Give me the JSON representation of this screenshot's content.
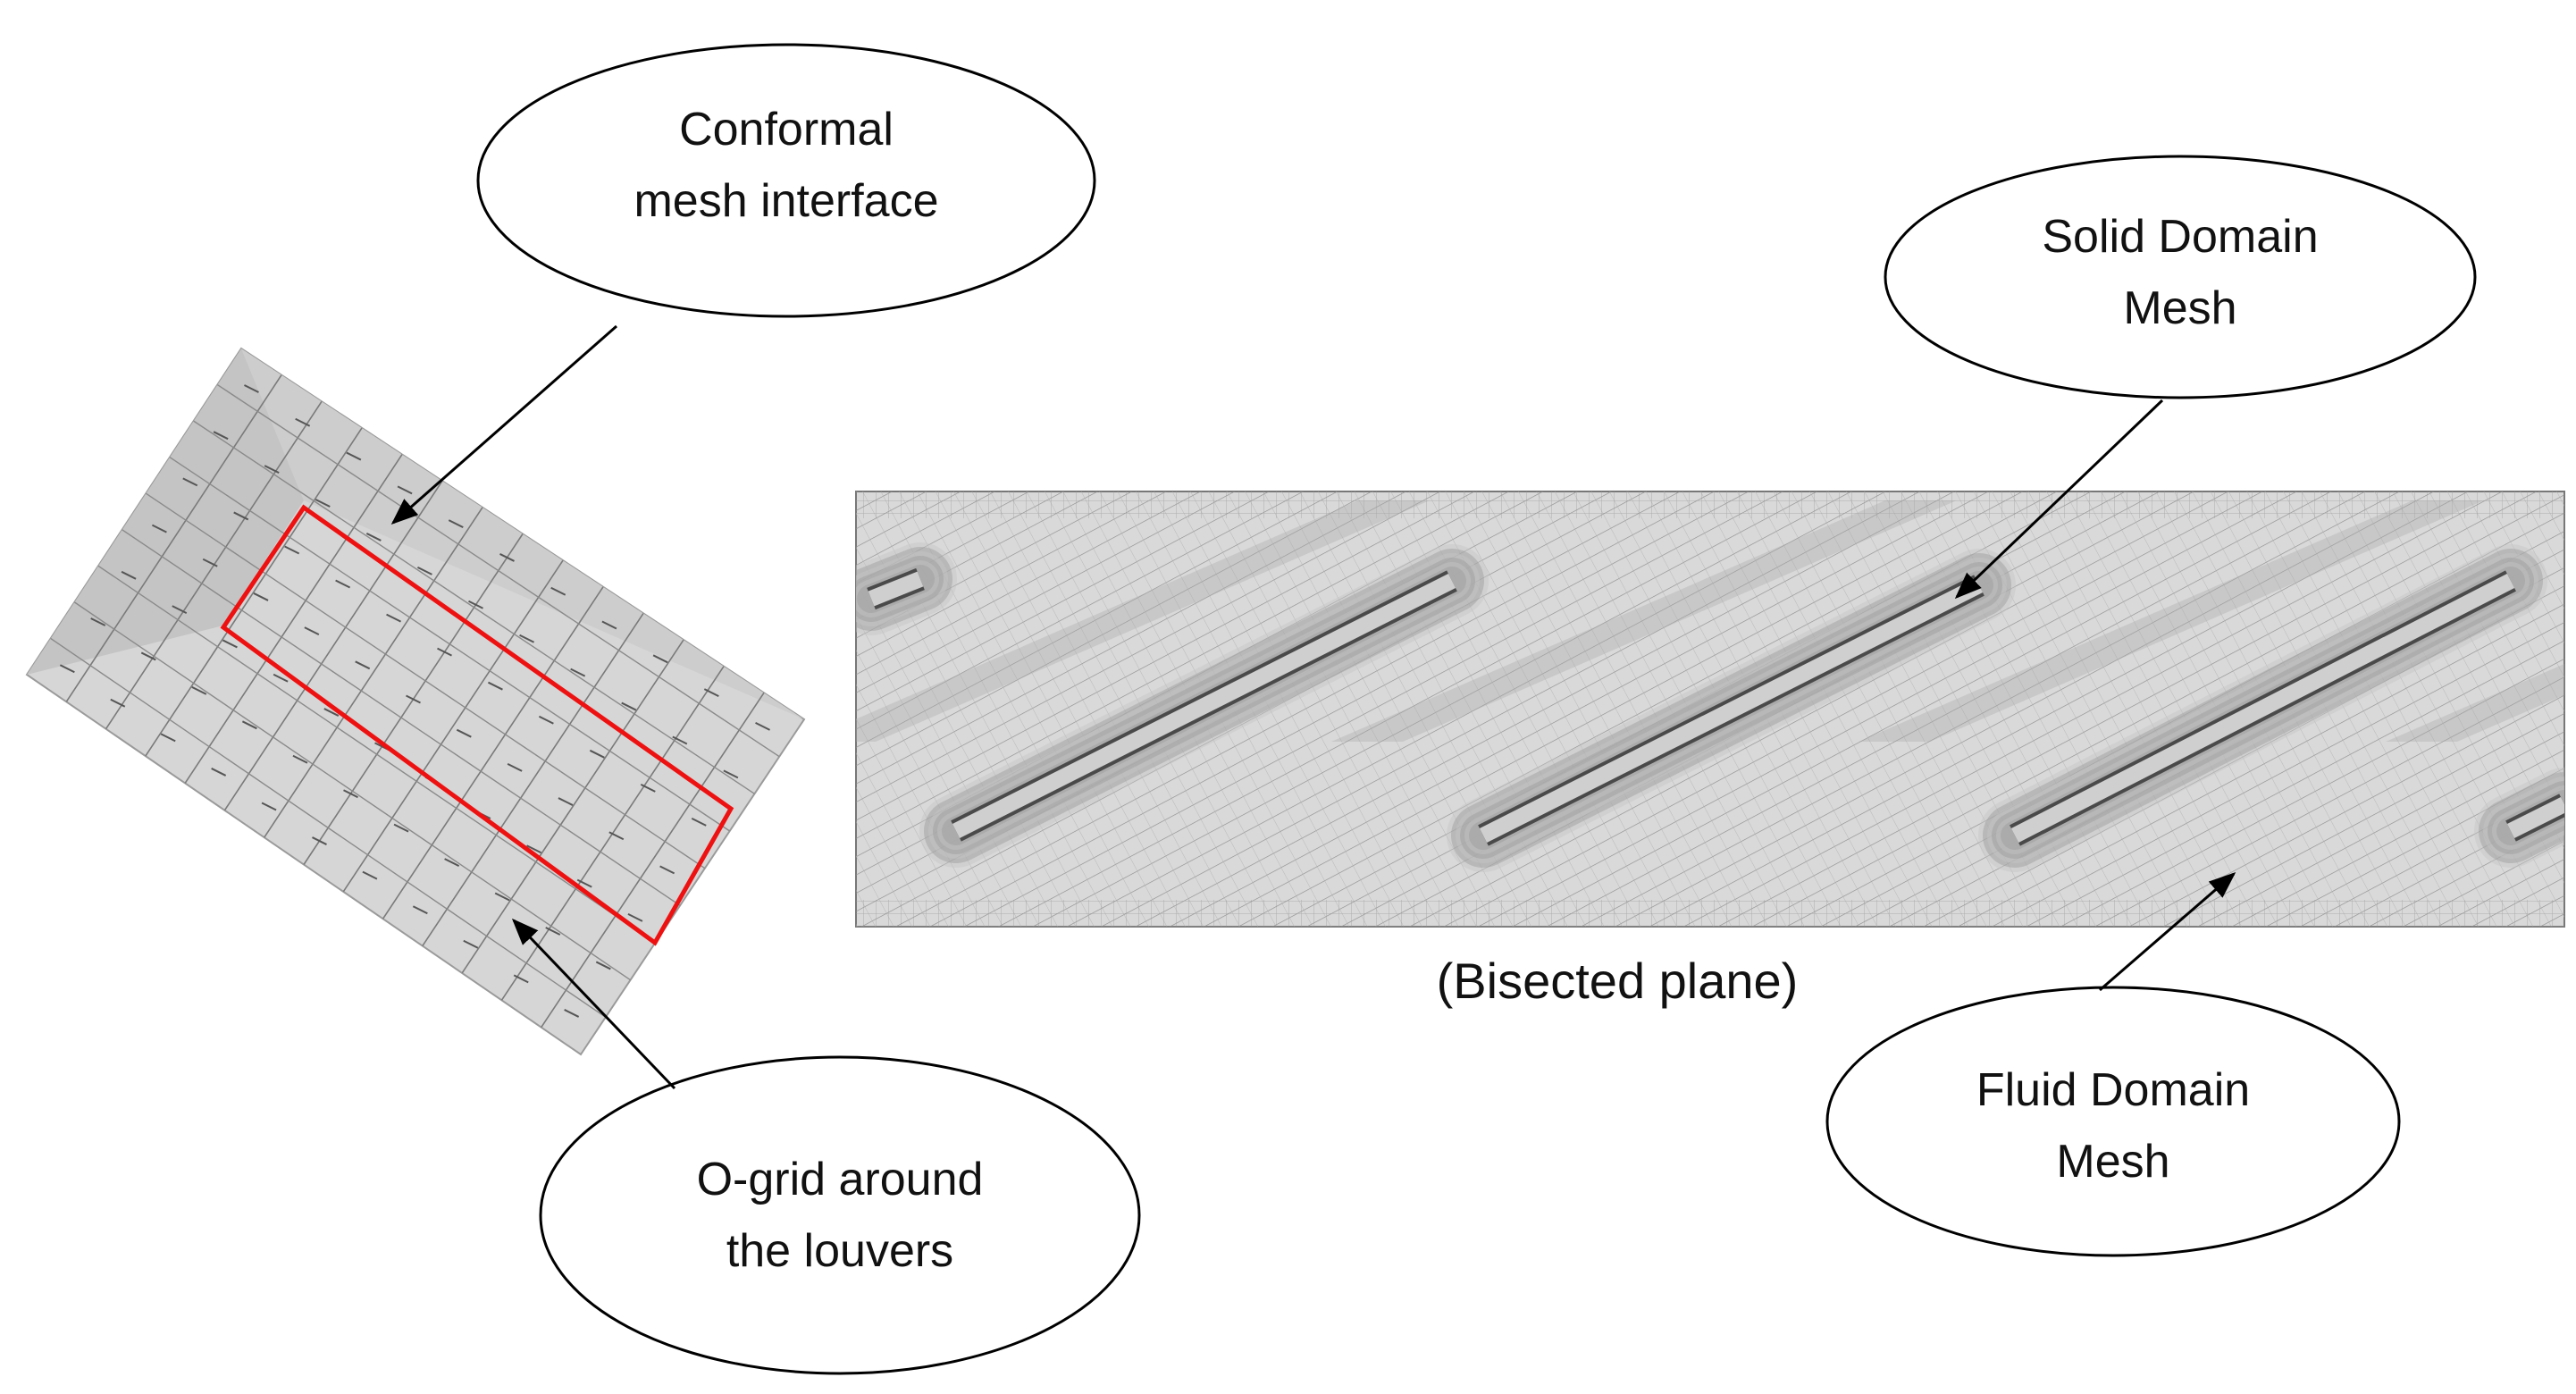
{
  "callouts": {
    "conformal": [
      "Conformal",
      "mesh interface"
    ],
    "ogrid": [
      "O-grid around",
      "the louvers"
    ],
    "solid": [
      "Solid Domain",
      "Mesh"
    ],
    "fluid": [
      "Fluid Domain",
      "Mesh"
    ]
  },
  "caption": "(Bisected plane)",
  "colors": {
    "mesh_fill": "#d4d4d4",
    "mesh_line": "#6e6e6e",
    "interface_highlight": "#ee1111",
    "arrow": "#000000"
  }
}
